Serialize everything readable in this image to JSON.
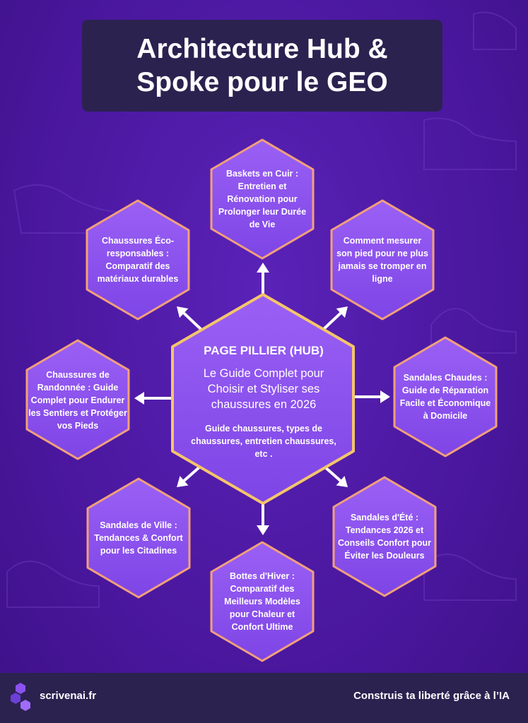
{
  "title": "Architecture Hub & Spoke pour le GEO",
  "hub": {
    "title": "PAGE PILLIER (HUB)",
    "subtitle": "Le Guide Complet pour Choisir et Styliser ses chaussures en 2026",
    "tags": "Guide chaussures, types de chaussures, entretien chaussures, etc ."
  },
  "spokes": [
    {
      "id": "top",
      "label": "Baskets en Cuir : Entretien et Rénovation pour Prolonger leur Durée de Vie"
    },
    {
      "id": "top-right",
      "label": "Comment mesurer son pied pour ne plus jamais se tromper en ligne"
    },
    {
      "id": "right",
      "label": "Sandales Chaudes : Guide de Réparation Facile et Économique à Domicile"
    },
    {
      "id": "bottom-right",
      "label": "Sandales d'Été : Tendances 2026 et Conseils Confort pour Éviter les Douleurs"
    },
    {
      "id": "bottom",
      "label": "Bottes d'Hiver : Comparatif des Meilleurs Modèles pour Chaleur et Confort Ultime"
    },
    {
      "id": "bottom-left",
      "label": "Sandales de Ville : Tendances & Confort pour les Citadines"
    },
    {
      "id": "left",
      "label": "Chaussures de Randonnée : Guide Complet pour Endurer les Sentiers et Protéger vos Pieds"
    },
    {
      "id": "top-left",
      "label": "Chaussures Éco-responsables : Comparatif des matériaux durables"
    }
  ],
  "footer": {
    "site": "scrivenai.fr",
    "tagline": "Construis ta liberté grâce à l’IA"
  },
  "colors": {
    "background": "#4f1aa6",
    "hexagon_fill": "#8b52f0",
    "hexagon_border": "#f2a07a",
    "hub_border": "#f5c56a",
    "panel": "#2b2250",
    "arrow": "#ffffff"
  }
}
